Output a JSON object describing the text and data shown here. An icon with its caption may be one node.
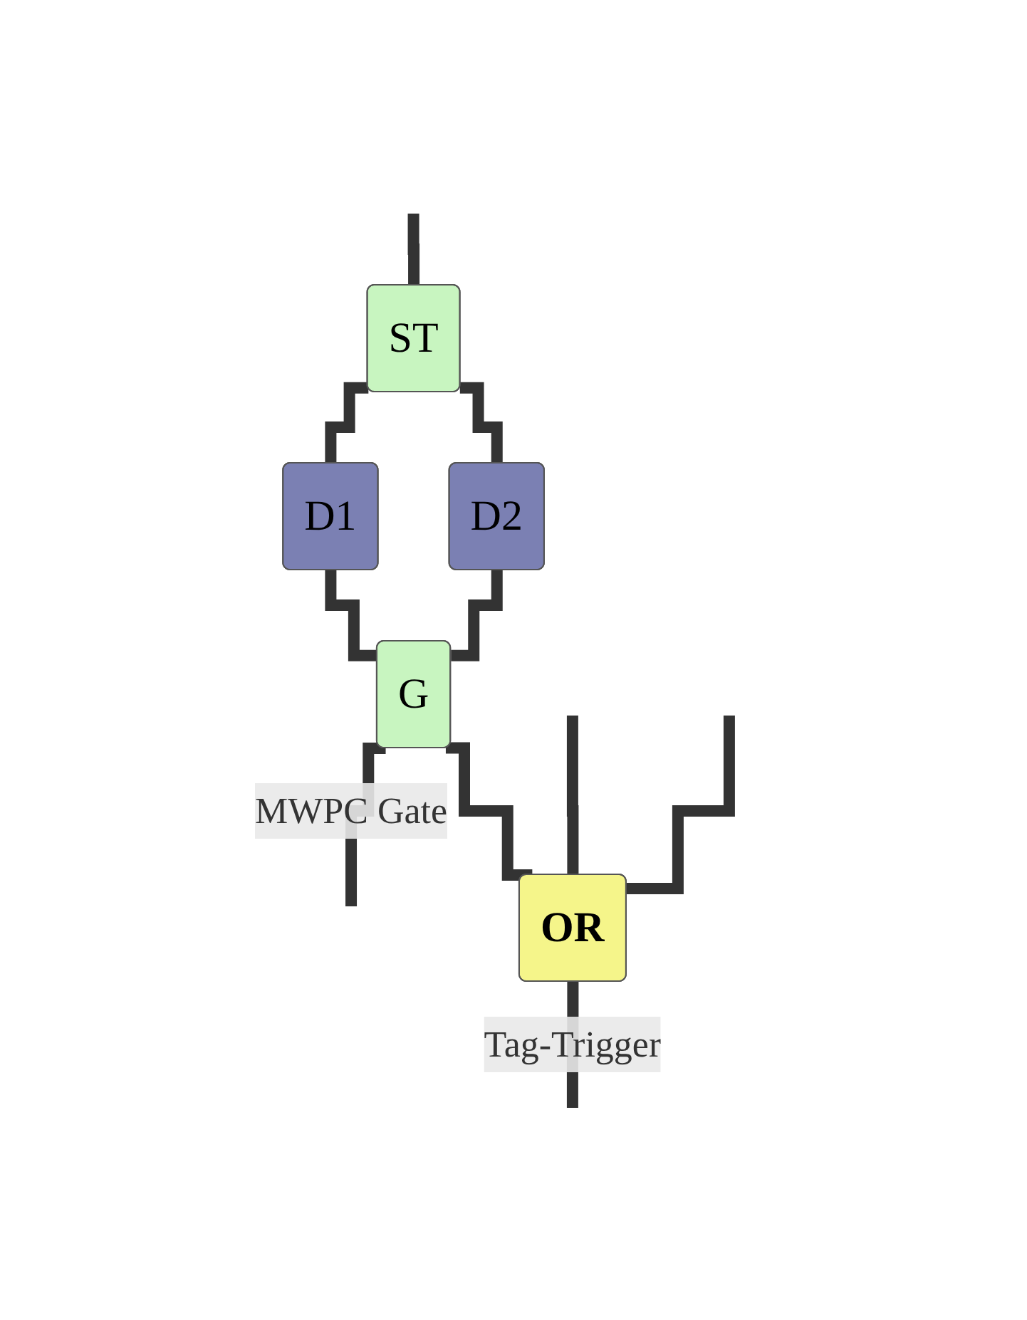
{
  "diagram": {
    "nodes": [
      {
        "text": [
          "ST"
        ]
      },
      {
        "text": [
          "D1"
        ]
      },
      {
        "text": [
          "D2"
        ]
      },
      {
        "text": [
          "G"
        ]
      },
      {
        "text": [
          "OR"
        ]
      }
    ],
    "edges": [
      {
        "from": null,
        "to": 0,
        "arrow": "none"
      },
      {
        "from": 0,
        "to": 1,
        "arrow": "none"
      },
      {
        "from": 0,
        "to": 2,
        "arrow": "none"
      },
      {
        "from": 1,
        "to": 3,
        "arrow": "none"
      },
      {
        "from": 2,
        "to": 3,
        "arrow": "none"
      },
      {
        "from": 3,
        "to": null,
        "arrow": "none",
        "label": "MWPC Gate"
      },
      {
        "from": 3,
        "to": 4,
        "arrow": "none"
      },
      {
        "from": null,
        "to": 4,
        "arrow": "none"
      },
      {
        "from": null,
        "to": 4,
        "arrow": "none"
      },
      {
        "from": 4,
        "to": null,
        "arrow": "none",
        "label": "Tag-Trigger"
      }
    ]
  }
}
